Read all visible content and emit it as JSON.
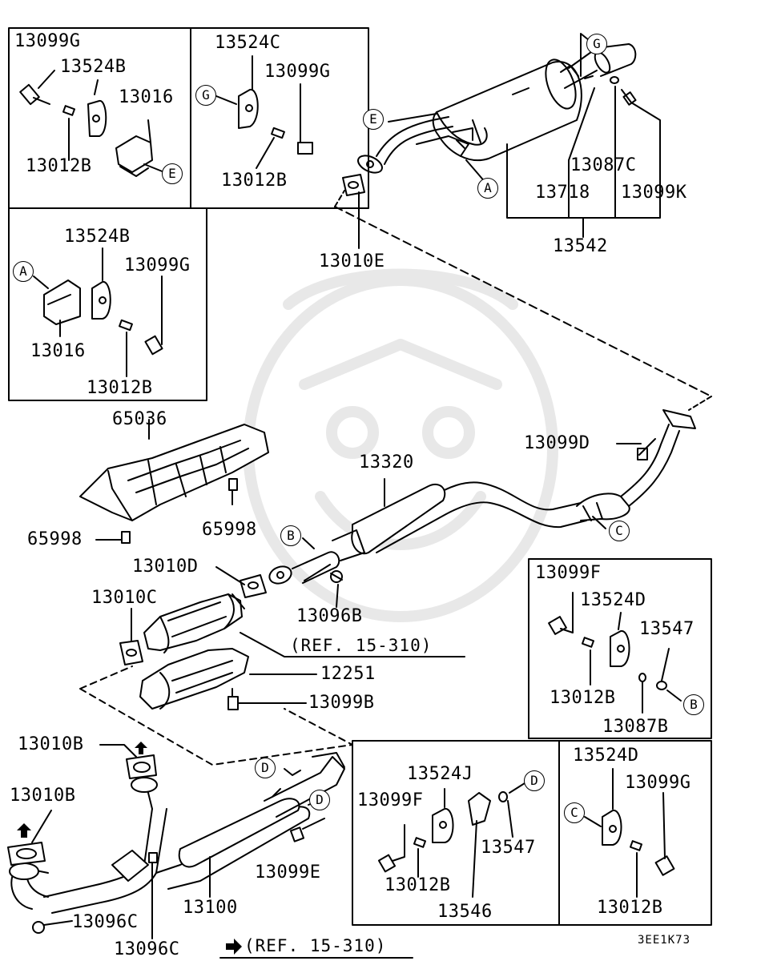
{
  "labels": {
    "p13099G_a": "13099G",
    "p13524B_a": "13524B",
    "p13016_a": "13016",
    "p13012B_a": "13012B",
    "p13524C": "13524C",
    "p13099G_b": "13099G",
    "p13012B_b": "13012B",
    "p13524B_b": "13524B",
    "p13099G_c": "13099G",
    "p13016_b": "13016",
    "p13012B_c": "13012B",
    "p13010E": "13010E",
    "p13087C": "13087C",
    "p13718": "13718",
    "p13099K": "13099K",
    "p13542": "13542",
    "p65036": "65036",
    "p13099D": "13099D",
    "p13320": "13320",
    "p65998_a": "65998",
    "p65998_b": "65998",
    "p13010D": "13010D",
    "p13010C": "13010C",
    "p13096B": "13096B",
    "p12251": "12251",
    "p13099B": "13099B",
    "p13099F_a": "13099F",
    "p13524D_a": "13524D",
    "p13547_a": "13547",
    "p13012B_d": "13012B",
    "p13087B": "13087B",
    "p13010B_a": "13010B",
    "p13010B_b": "13010B",
    "p13099E": "13099E",
    "p13096C_a": "13096C",
    "p13096C_b": "13096C",
    "p13100": "13100",
    "p13524J": "13524J",
    "p13099F_b": "13099F",
    "p13547_b": "13547",
    "p13012B_e": "13012B",
    "p13546": "13546",
    "p13524D_b": "13524D",
    "p13099G_d": "13099G",
    "p13012B_f": "13012B"
  },
  "references": {
    "ref_upper": "(REF. 15-310)",
    "ref_lower": "(REF. 15-310)"
  },
  "callouts": {
    "A": "A",
    "B": "B",
    "C": "C",
    "D": "D",
    "E": "E",
    "G": "G"
  },
  "drawing_code": "3EE1K73",
  "colors": {
    "line": "#000000",
    "watermark": "#e6e6e6",
    "fill": "#ffffff"
  }
}
